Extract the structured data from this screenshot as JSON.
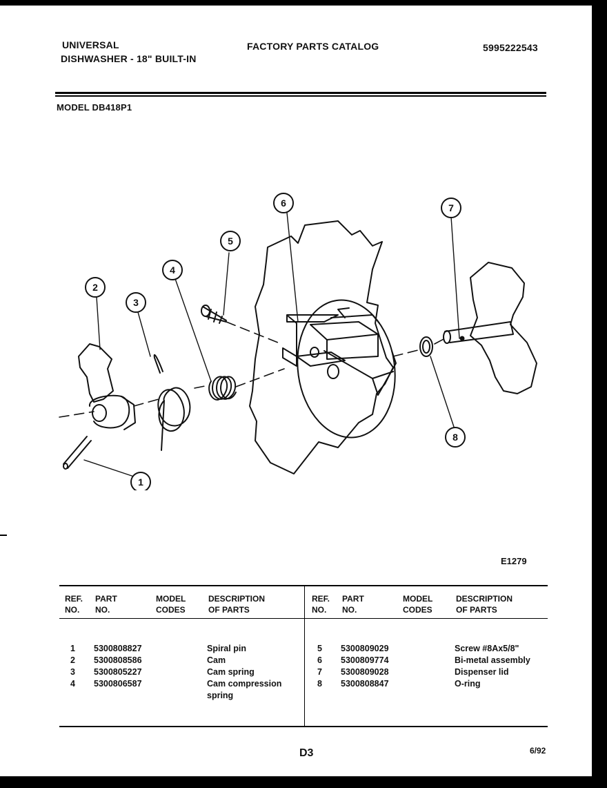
{
  "header": {
    "brand": "UNIVERSAL",
    "product": "DISHWASHER - 18\" BUILT-IN",
    "catalog_title": "FACTORY PARTS CATALOG",
    "catalog_number": "5995222543",
    "model_line": "MODEL DB418P1"
  },
  "diagram": {
    "figure_code": "E1279",
    "callouts": [
      "1",
      "2",
      "3",
      "4",
      "5",
      "6",
      "7",
      "8"
    ]
  },
  "table": {
    "headers": {
      "ref": [
        "REF.",
        "NO."
      ],
      "part": [
        "PART",
        "NO."
      ],
      "model": [
        "MODEL",
        "CODES"
      ],
      "desc": [
        "DESCRIPTION",
        "OF PARTS"
      ]
    },
    "left_rows": [
      {
        "ref": "1",
        "part": "5300808827",
        "desc": "Spiral pin",
        "desc2": ""
      },
      {
        "ref": "2",
        "part": "5300808586",
        "desc": "Cam",
        "desc2": ""
      },
      {
        "ref": "3",
        "part": "5300805227",
        "desc": "Cam spring",
        "desc2": ""
      },
      {
        "ref": "4",
        "part": "5300806587",
        "desc": "Cam compression",
        "desc2": "spring"
      }
    ],
    "right_rows": [
      {
        "ref": "5",
        "part": "5300809029",
        "desc": "Screw #8Ax5/8\""
      },
      {
        "ref": "6",
        "part": "5300809774",
        "desc": "Bi-metal assembly"
      },
      {
        "ref": "7",
        "part": "5300809028",
        "desc": "Dispenser lid"
      },
      {
        "ref": "8",
        "part": "5300808847",
        "desc": "O-ring"
      }
    ]
  },
  "footer": {
    "page_code": "D3",
    "date": "6/92"
  }
}
